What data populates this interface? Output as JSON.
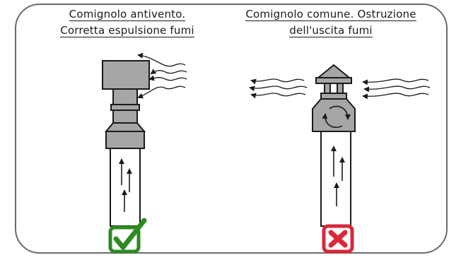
{
  "left_panel": {
    "caption_line1": "Comignolo antivento.",
    "caption_line2": "Corretta espulsione fumi",
    "status": "correct",
    "badge_color": "#2e8b22"
  },
  "right_panel": {
    "caption_line1": "Comignolo comune. Ostruzione",
    "caption_line2": "dell'uscita fumi",
    "status": "incorrect",
    "badge_color": "#d8283a"
  },
  "colors": {
    "chimney_fill": "#a6a6a6",
    "outline": "#1a1a1a",
    "frame": "#6b6b6b"
  }
}
